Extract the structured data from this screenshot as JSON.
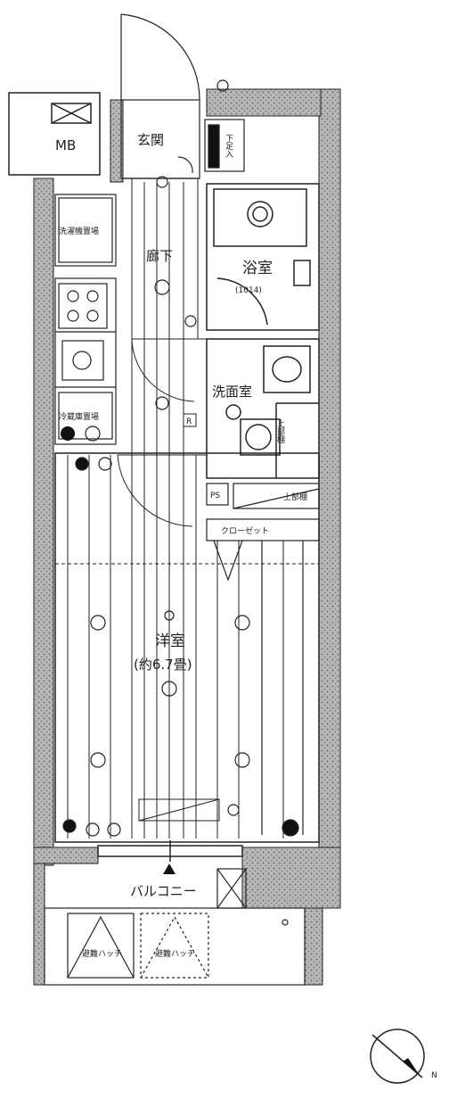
{
  "labels": {
    "mb": "MB",
    "genkan": "玄関",
    "getabako": "下足入",
    "laundry": "洗濯機置場",
    "rouka": "廊下",
    "bath": "浴室",
    "bath_size": "(1014)",
    "washroom": "洗面室",
    "fridge": "冷蔵庫置場",
    "upper_shelf": "上部棚",
    "upper_shelf2": "上部棚",
    "ps": "PS",
    "closet": "クローゼット",
    "room": "洋室",
    "room_size": "(約6.7畳)",
    "balcony": "バルコニー",
    "hatch1": "避難ハッチ",
    "hatch2": "避難ハッチ",
    "fridge_mark": "R",
    "north": "N"
  },
  "colors": {
    "line": "#222222",
    "wall_fill": "#9a9a9a",
    "dot": "#111111"
  }
}
